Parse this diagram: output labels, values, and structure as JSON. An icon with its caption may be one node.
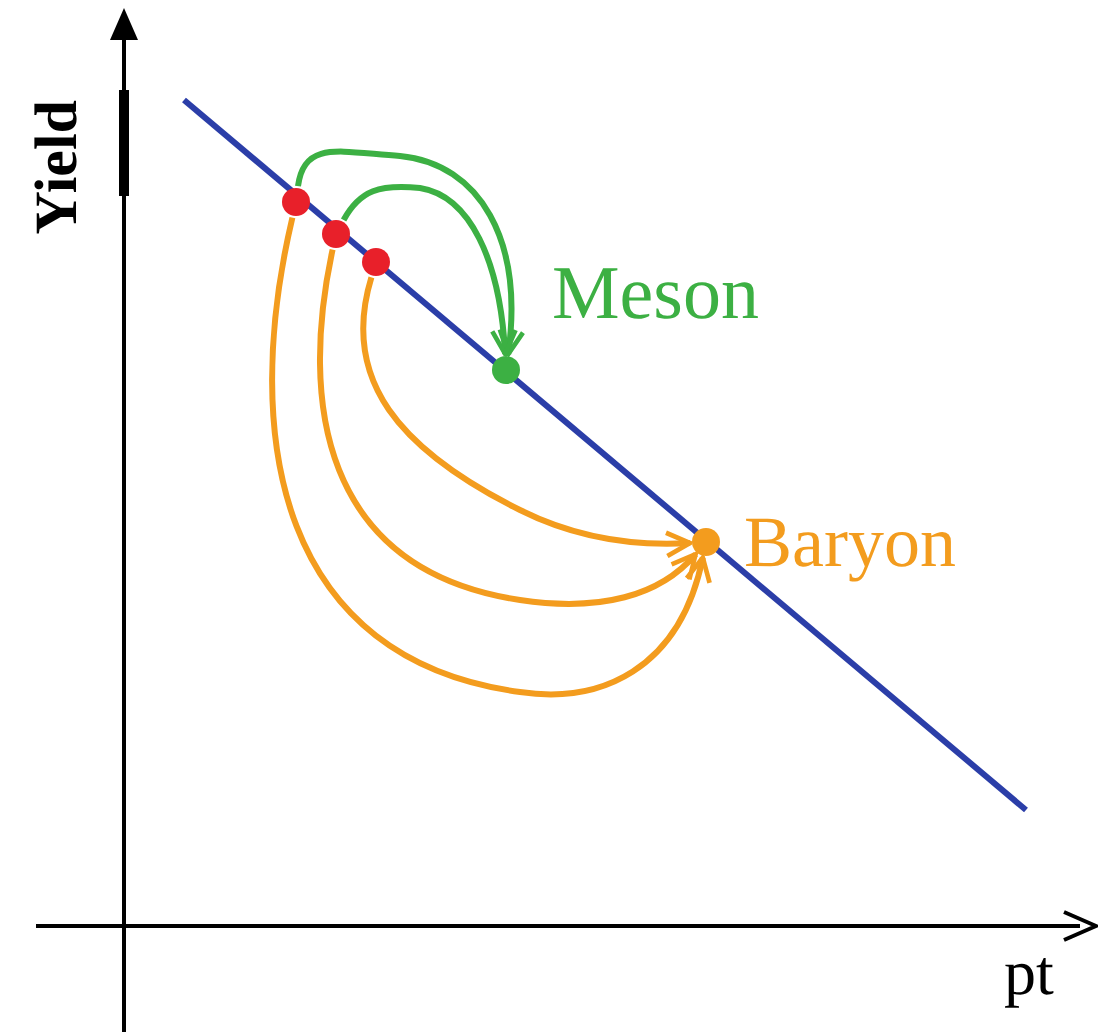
{
  "diagram": {
    "nodes": [
      {
        "text": [],
        "shape": "circle"
      },
      {
        "text": [],
        "shape": "circle"
      },
      {
        "text": [],
        "shape": "circle"
      },
      {
        "text": [],
        "shape": "circle",
        "beside": [
          "Meson"
        ]
      },
      {
        "text": [],
        "shape": "circle",
        "beside": [
          "Baryon"
        ]
      }
    ],
    "edges": [
      {
        "from": 0,
        "to": 3,
        "arrow": "to",
        "color": "#3cb043"
      },
      {
        "from": 1,
        "to": 3,
        "arrow": "to",
        "color": "#3cb043"
      },
      {
        "from": 0,
        "to": 4,
        "arrow": "to"
      },
      {
        "from": 1,
        "to": 4,
        "arrow": "to"
      },
      {
        "from": 2,
        "to": 4,
        "arrow": "to"
      }
    ],
    "labels": [
      "Yield",
      "pt"
    ]
  }
}
